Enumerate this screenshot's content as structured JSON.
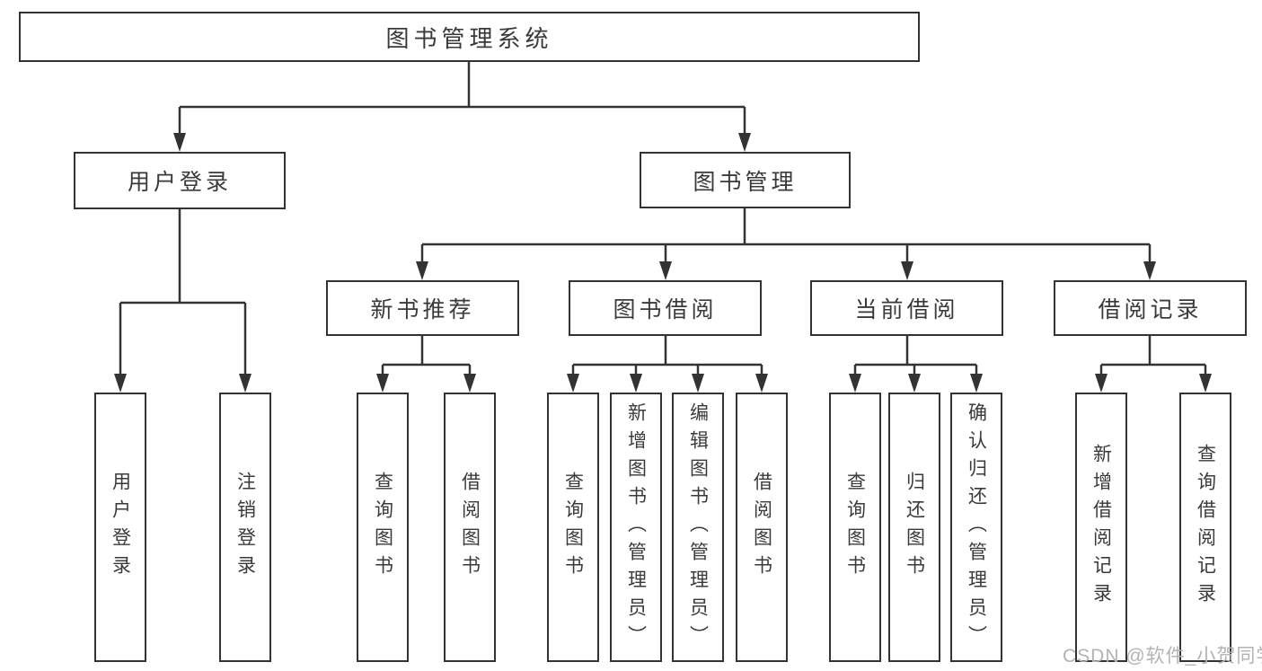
{
  "nodes": {
    "root": "图书管理系统",
    "user_login": "用户登录",
    "book_mgmt": "图书管理",
    "new_book_rec": "新书推荐",
    "book_borrow": "图书借阅",
    "current_borrow": "当前借阅",
    "borrow_records": "借阅记录",
    "leaf_user_login": "用户登录",
    "leaf_logout": "注销登录",
    "leaf_nb_query": "查询图书",
    "leaf_nb_borrow": "借阅图书",
    "leaf_bb_query": "查询图书",
    "leaf_bb_add": "新增图书（管理员）",
    "leaf_bb_edit": "编辑图书（管理员）",
    "leaf_bb_borrow": "借阅图书",
    "leaf_cb_query": "查询图书",
    "leaf_cb_return": "归还图书",
    "leaf_cb_confirm": "确认归还（管理员）",
    "leaf_br_add": "新增借阅记录",
    "leaf_br_query": "查询借阅记录"
  },
  "watermark": "CSDN @软件_小贺同学",
  "colors": {
    "line": "#333333",
    "text": "#3a3a3a",
    "watermark": "#b3b3b3",
    "background": "#ffffff"
  }
}
